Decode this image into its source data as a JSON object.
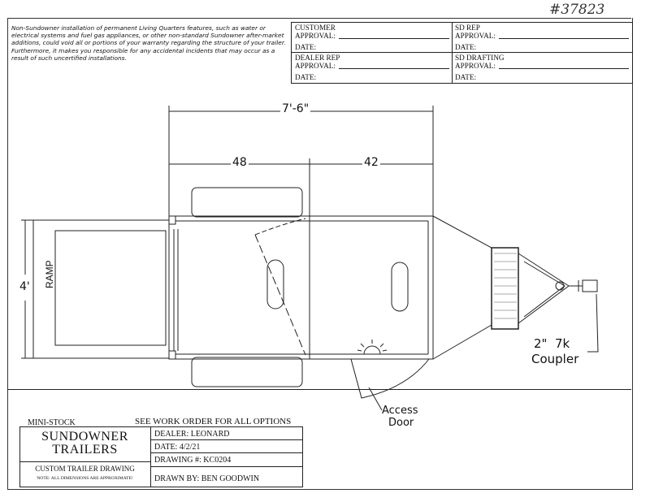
{
  "header": {
    "job_number": "#37823",
    "disclaimer": "Non-Sundowner installation of permanent Living Quarters features, such as water or electrical systems and fuel gas appliances, or other non-standard Sundowner after-market additions, could void all or portions of your warranty regarding the structure of your trailer. Furthermore, it makes you responsible for any accidental incidents that may occur as a result of such uncertified installations.",
    "approvals": {
      "customer": "CUSTOMER",
      "sd_rep": "SD REP",
      "dealer_rep": "DEALER REP",
      "sd_drafting": "SD DRAFTING",
      "approval": "APPROVAL:",
      "date": "DATE:"
    }
  },
  "drawing": {
    "overall_width": "7'-6\"",
    "dim_left": "48",
    "dim_right": "42",
    "ramp_height": "4'",
    "ramp_label": "RAMP",
    "coupler_size": "2\"  7k",
    "coupler_label": "Coupler",
    "access_door_line1": "Access",
    "access_door_line2": "Door"
  },
  "title_block": {
    "model": "MINI-STOCK",
    "note": "SEE WORK ORDER FOR ALL OPTIONS",
    "company_line1": "SUNDOWNER",
    "company_line2": "TRAILERS",
    "subtitle": "CUSTOM TRAILER DRAWING",
    "dims_note": "NOTE: ALL DIMENSIONS ARE APPROXIMATE!",
    "dealer": "DEALER: LEONARD",
    "date": "DATE: 4/2/21",
    "drawing_no": "DRAWING #: KC0204",
    "drawn_by": "DRAWN BY: BEN GOODWIN"
  }
}
